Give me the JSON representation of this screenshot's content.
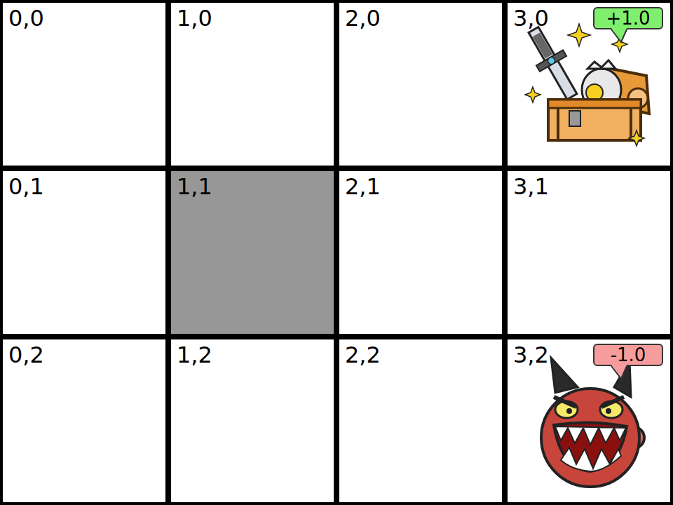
{
  "diagram": {
    "nodes": [
      {
        "text": [
          "0,0"
        ]
      },
      {
        "text": [
          "1,0"
        ]
      },
      {
        "text": [
          "2,0"
        ]
      },
      {
        "text": [
          "3,0"
        ]
      },
      {
        "text": [
          "+1.0"
        ],
        "in": 3
      },
      {
        "text": [
          "0,1"
        ]
      },
      {
        "text": [
          "1,1"
        ]
      },
      {
        "text": [
          "2,1"
        ]
      },
      {
        "text": [
          "3,1"
        ]
      },
      {
        "text": [
          "0,2"
        ]
      },
      {
        "text": [
          "1,2"
        ]
      },
      {
        "text": [
          "2,2"
        ]
      },
      {
        "text": [
          "3,2"
        ]
      },
      {
        "text": [
          "-1.0"
        ],
        "in": 12
      }
    ]
  }
}
